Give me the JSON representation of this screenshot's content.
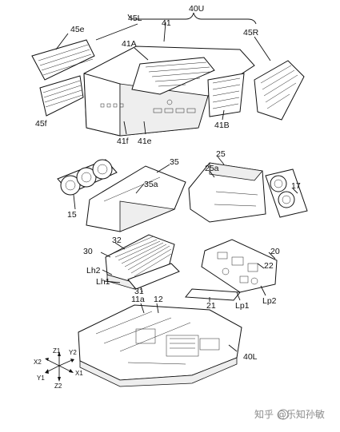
{
  "labels": {
    "l40U": "40U",
    "l45L": "45L",
    "l41": "41",
    "l45e": "45e",
    "l41A": "41A",
    "l45R": "45R",
    "l45f": "45f",
    "l41B": "41B",
    "l41f": "41f",
    "l41e": "41e",
    "l35": "35",
    "l25": "25",
    "l35a": "35a",
    "l25a": "25a",
    "l17": "17",
    "l15": "15",
    "l32": "32",
    "l20": "20",
    "l30": "30",
    "l22": "22",
    "lLh2": "Lh2",
    "lLh1": "Lh1",
    "l31": "31",
    "lLp1": "Lp1",
    "lLp2": "Lp2",
    "l21": "21",
    "l11a": "11a",
    "l12": "12",
    "l40L": "40L",
    "axZ1": "Z1",
    "axY2": "Y2",
    "axX2": "X2",
    "axX1": "X1",
    "axY1": "Y1",
    "axZ2": "Z2"
  },
  "watermark": "知乎 @乐知孙敏"
}
